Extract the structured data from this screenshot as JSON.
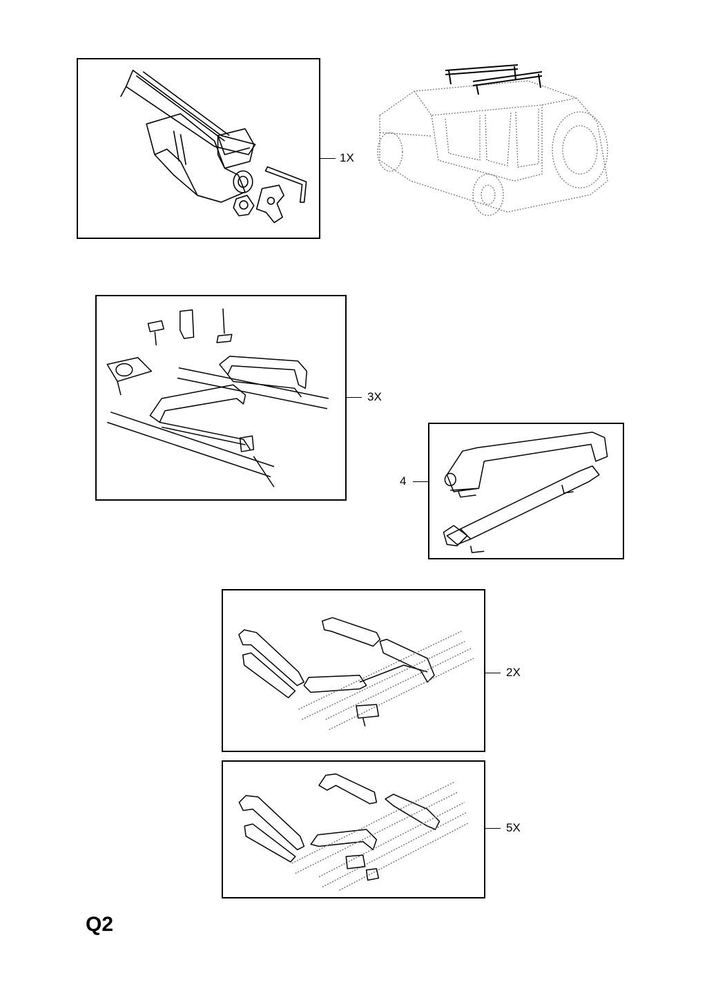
{
  "page_code": "Q2",
  "callouts": {
    "roof_bar_kit": "1X",
    "ski_holder_set": "3X",
    "ski_carrier": "4",
    "ski_holder_2": "2X",
    "ski_holder_5": "5X"
  },
  "colors": {
    "line": "#000000",
    "background": "#ffffff",
    "phantom": "#777777"
  },
  "icons": [
    "roof-bar-drawing",
    "vehicle-drawing",
    "ski-holder-drawing",
    "ski-carrier-drawing"
  ]
}
